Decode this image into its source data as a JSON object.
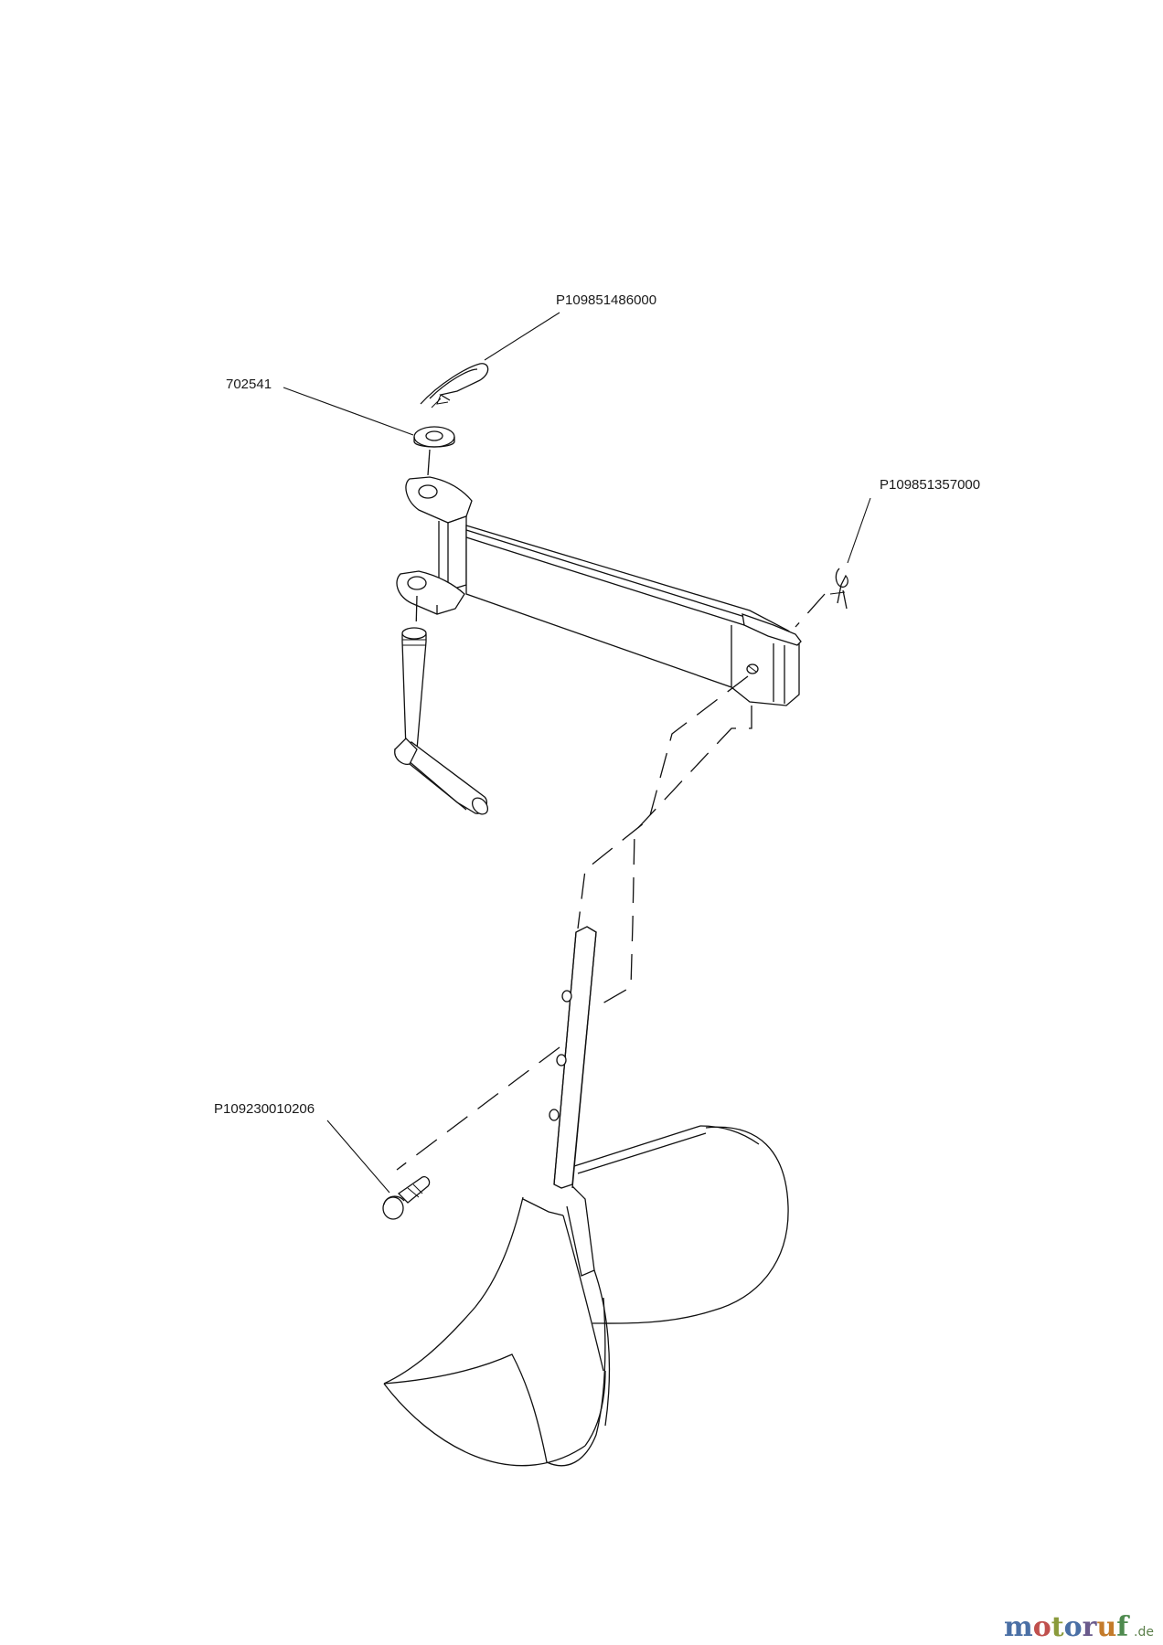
{
  "parts": [
    {
      "id": "clip-pin",
      "label": "P109851486000"
    },
    {
      "id": "washer",
      "label": "702541"
    },
    {
      "id": "hair-pin",
      "label": "P109851357000"
    },
    {
      "id": "bolt",
      "label": "P109230010206"
    }
  ],
  "logo": {
    "letters": [
      "m",
      "o",
      "t",
      "o",
      "r",
      "u",
      "f"
    ],
    "colors": [
      "#4a6fa5",
      "#c0504d",
      "#8a9a3b",
      "#4a6fa5",
      "#6a5a8c",
      "#c47b2b",
      "#4f8a4f"
    ],
    "suffix": ".de"
  }
}
